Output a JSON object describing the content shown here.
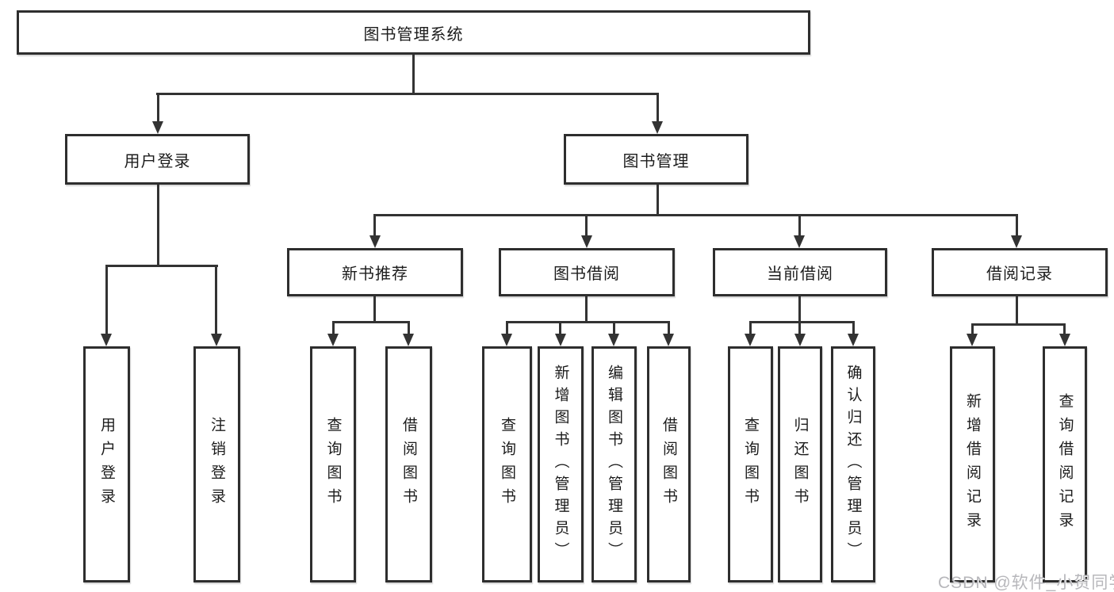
{
  "diagram_type": "hierarchy-tree",
  "colors": {
    "background": "#ffffff",
    "line": "#333333",
    "border": "#2e2e2e",
    "text": "#1c1c1c",
    "watermark": "#b7b7bb"
  },
  "watermark": "CSDN @软件_小贺同学",
  "tree": {
    "root": {
      "label": "图书管理系统",
      "children": [
        {
          "label": "用户登录",
          "children": [
            {
              "label": "用户登录"
            },
            {
              "label": "注销登录"
            }
          ]
        },
        {
          "label": "图书管理",
          "children": [
            {
              "label": "新书推荐",
              "children": [
                {
                  "label": "查询图书"
                },
                {
                  "label": "借阅图书"
                }
              ]
            },
            {
              "label": "图书借阅",
              "children": [
                {
                  "label": "查询图书"
                },
                {
                  "label": "新增图书（管理员）"
                },
                {
                  "label": "编辑图书（管理员）"
                },
                {
                  "label": "借阅图书"
                }
              ]
            },
            {
              "label": "当前借阅",
              "children": [
                {
                  "label": "查询图书"
                },
                {
                  "label": "归还图书"
                },
                {
                  "label": "确认归还（管理员）"
                }
              ]
            },
            {
              "label": "借阅记录",
              "children": [
                {
                  "label": "新增借阅记录"
                },
                {
                  "label": "查询借阅记录"
                }
              ]
            }
          ]
        }
      ]
    }
  }
}
